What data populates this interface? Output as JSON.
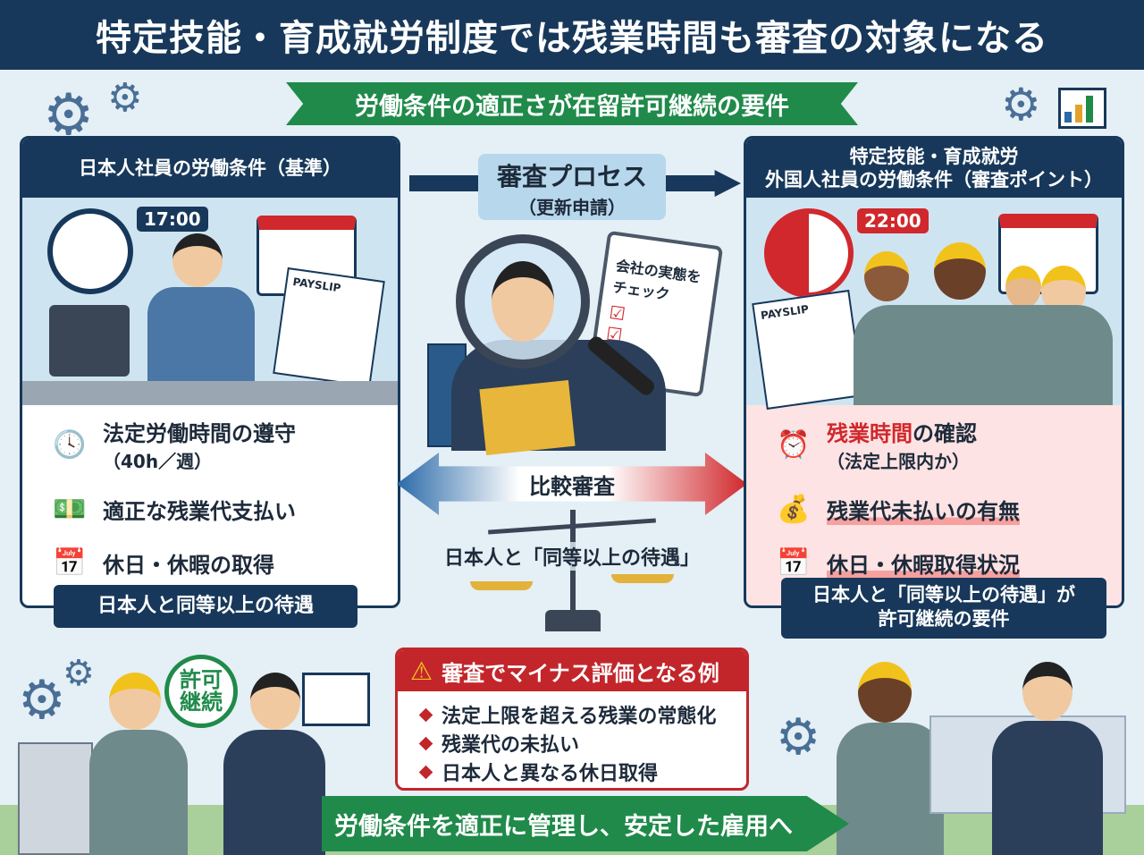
{
  "title": "特定技能・育成就労制度では残業時間も審査の対象になる",
  "ribbon": "労働条件の適正さが在留許可継続の要件",
  "left": {
    "header": "日本人社員の労働条件（基準）",
    "clock_time": "17:00",
    "payslip": "PAYSLIP",
    "items": [
      {
        "label": "法定労働時間の遵守",
        "sub": "（40h／週）",
        "icon": "clock-icon"
      },
      {
        "label": "適正な残業代支払い",
        "icon": "money-icon"
      },
      {
        "label": "休日・休暇の取得",
        "icon": "calendar-icon"
      }
    ],
    "footer": "日本人と同等以上の待遇"
  },
  "center": {
    "process_title": "審査プロセス",
    "process_sub": "（更新申請）",
    "clipboard": "会社の実態をチェック",
    "compare": "比較審査",
    "scale_label": "日本人と「同等以上の待遇」"
  },
  "right": {
    "header_line1": "特定技能・育成就労",
    "header_line2": "外国人社員の労働条件（審査ポイント）",
    "clock_time": "22:00",
    "payslip": "PAYSLIP",
    "items": [
      {
        "label_red": "残業時間",
        "label": "の確認",
        "sub": "（法定上限内か）"
      },
      {
        "label": "残業代未払いの有無"
      },
      {
        "label": "休日・休暇取得状況"
      }
    ],
    "footer_line1": "日本人と「同等以上の待遇」が",
    "footer_line2": "許可継続の要件"
  },
  "warning": {
    "title": "審査でマイナス評価となる例",
    "items": [
      "法定上限を超える残業の常態化",
      "残業代の未払い",
      "日本人と異なる休日取得"
    ]
  },
  "stamp": "許可継続",
  "bottom_banner": "労働条件を適正に管理し、安定した雇用へ",
  "colors": {
    "navy": "#17385a",
    "green": "#1f8a4a",
    "red": "#c2262b",
    "blue": "#2a6aa8"
  }
}
